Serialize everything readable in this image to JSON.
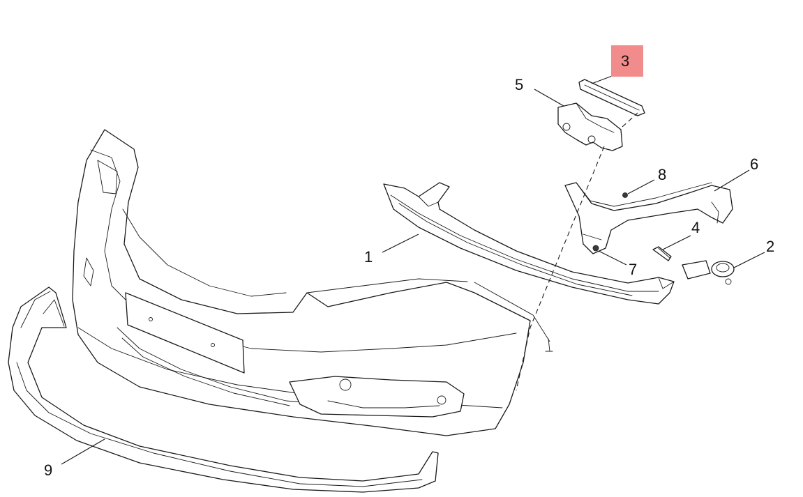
{
  "highlight_color": "#f28b8b",
  "callouts": [
    {
      "id": "1",
      "label": "1"
    },
    {
      "id": "2",
      "label": "2"
    },
    {
      "id": "3",
      "label": "3"
    },
    {
      "id": "4",
      "label": "4"
    },
    {
      "id": "5",
      "label": "5"
    },
    {
      "id": "6",
      "label": "6"
    },
    {
      "id": "7",
      "label": "7"
    },
    {
      "id": "8",
      "label": "8"
    },
    {
      "id": "9",
      "label": "9"
    }
  ],
  "highlighted_callout": "3"
}
